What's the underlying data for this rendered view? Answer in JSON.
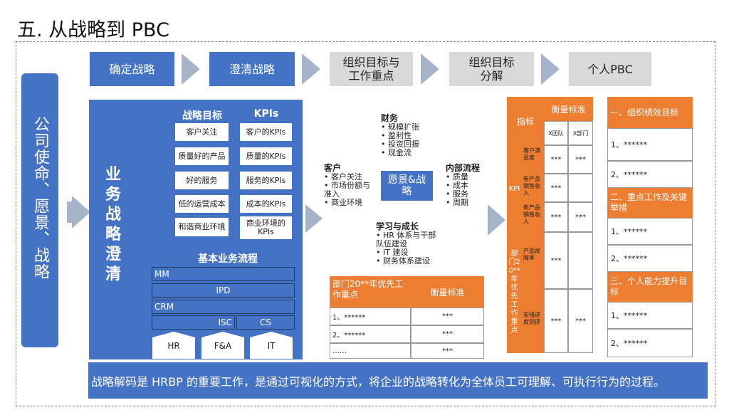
{
  "title": "五. 从战略到 PBC",
  "steps": [
    "确定战略",
    "澄清战略",
    "组织目标与工作重点",
    "组织目标分解",
    "个人PBC"
  ],
  "mission": "公司使命、愿景、战略",
  "clarify": {
    "vertical_label": "业务战略澄清",
    "col1_header": "战略目标",
    "col2_header": "KPIs",
    "goals": [
      "客户关注",
      "质量好的产品",
      "好的服务",
      "低的运营成本",
      "和谐商业环境"
    ],
    "kpis": [
      "客户的KPIs",
      "质量的KPIs",
      "服务的KPIs",
      "成本的KPIs",
      "商业环境的KPIs"
    ],
    "process_header": "基本业务流程",
    "process_rows": [
      "MM",
      "IPD",
      "CRM",
      "ISC",
      "CS"
    ],
    "support": [
      "HR",
      "F&A",
      "IT"
    ]
  },
  "bsc": {
    "center": "愿景&战略",
    "finance": {
      "title": "财务",
      "items": [
        "规模扩张",
        "盈利性",
        "投资回报",
        "现金流"
      ]
    },
    "customer": {
      "title": "客户",
      "items": [
        "客户关注",
        "市场份额与准入",
        "商业环境"
      ]
    },
    "internal": {
      "title": "内部流程",
      "items": [
        "质量",
        "成本",
        "服务",
        "周期"
      ]
    },
    "learning": {
      "title": "学习与成长",
      "items": [
        "HR 体系与干部队伍建设",
        "IT 建设",
        "财务体系建设"
      ]
    }
  },
  "priority_table": {
    "col1": "部门20**年优先工作重点",
    "col2": "衡量标准",
    "rows": [
      [
        "1、******",
        "***"
      ],
      [
        "2、******",
        "***"
      ],
      [
        "……",
        "***"
      ]
    ]
  },
  "org_table": {
    "indicator": "指标",
    "measure": "衡量标准",
    "sub1": "X团队",
    "sub2": "X部门",
    "kpi_label": "KPI",
    "dept_label": "部门20**年优先工作重点",
    "rows": [
      [
        "客户满意度",
        "***",
        "***"
      ],
      [
        "新产品销售收入",
        "***",
        ""
      ],
      [
        "新产品销售收入",
        "***",
        "***"
      ],
      [
        "产品故障率",
        "***",
        ""
      ],
      [
        "安措进度测评",
        "***",
        "***"
      ]
    ]
  },
  "pbc": {
    "sections": [
      {
        "header": "一、组织绩效目标",
        "items": [
          "1、******",
          "2、******"
        ]
      },
      {
        "header": "二、重点工作及关键举措",
        "items": [
          "1、******",
          "2、******"
        ]
      },
      {
        "header": "三、个人能力提升目标",
        "items": [
          "1、******",
          "2、******"
        ]
      }
    ]
  },
  "bottom_text": "战略解码是 HRBP 的重要工作，是通过可视化的方式，将企业的战略转化为全体员工可理解、可执行行为的过程。"
}
